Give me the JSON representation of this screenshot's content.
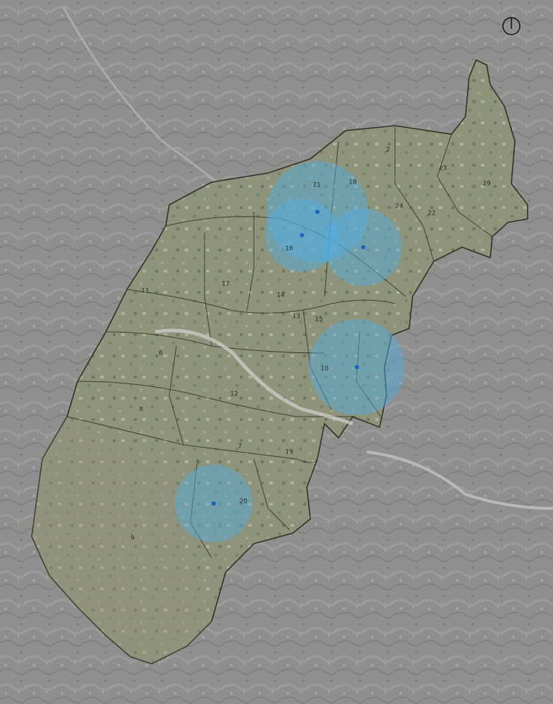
{
  "map": {
    "colors": {
      "background_base": "#8a8d8a",
      "territory_fill": "#8b9479",
      "territory_outline": "#2f3128",
      "buffer_fill": "#4fb0e6",
      "point_fill": "#1665c4"
    },
    "icons": {
      "north_arrow": "north-arrow-icon"
    },
    "zone_labels": [
      {
        "id": "z1",
        "text": "21"
      },
      {
        "id": "z2",
        "text": "18"
      },
      {
        "id": "z3",
        "text": "2"
      },
      {
        "id": "z4",
        "text": "23"
      },
      {
        "id": "z5",
        "text": "29"
      },
      {
        "id": "z6",
        "text": "24"
      },
      {
        "id": "z7",
        "text": "22"
      },
      {
        "id": "z8",
        "text": "16"
      },
      {
        "id": "z9",
        "text": "14"
      },
      {
        "id": "z10",
        "text": "13"
      },
      {
        "id": "z11",
        "text": "15"
      },
      {
        "id": "z12",
        "text": "17"
      },
      {
        "id": "z13",
        "text": "11"
      },
      {
        "id": "z14",
        "text": "10"
      },
      {
        "id": "z15",
        "text": "6"
      },
      {
        "id": "z16",
        "text": "12"
      },
      {
        "id": "z17",
        "text": "19"
      },
      {
        "id": "z18",
        "text": "20"
      },
      {
        "id": "z19",
        "text": "9"
      },
      {
        "id": "z20",
        "text": "8"
      },
      {
        "id": "z21",
        "text": "7"
      }
    ],
    "service_points": [
      {
        "id": "p1"
      },
      {
        "id": "p2"
      },
      {
        "id": "p3"
      },
      {
        "id": "p4"
      },
      {
        "id": "p5"
      }
    ]
  }
}
